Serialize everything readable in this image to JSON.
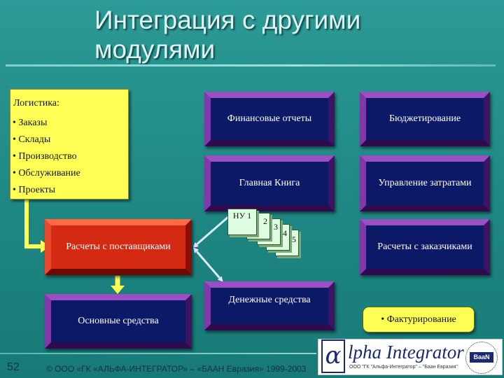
{
  "slide": {
    "title": "Интеграция с другими\nмодулями",
    "page_number": "52",
    "copyright": "© ООО «ГК «АЛЬФА-ИНТЕГРАТОР» – «БААН Евразия» 1999-2003"
  },
  "logistics": {
    "heading": "Логистика:",
    "items": [
      "• Заказы",
      "• Склады",
      "• Производство",
      "• Обслуживание",
      "• Проекты"
    ]
  },
  "modules": {
    "financial_reports": "Финансовые отчеты",
    "budgeting": "Бюджетирование",
    "general_ledger": "Главная Книга",
    "cost_management": "Управление затратами",
    "supplier_payments": "Расчеты с поставщиками",
    "customer_payments": "Расчеты с заказчиками",
    "fixed_assets": "Основные средства",
    "cash": "Денежные средства",
    "invoicing": "• Фактурирование"
  },
  "ledgers": {
    "first": "НУ 1",
    "second": "2",
    "third": "3",
    "fourth": "4",
    "fifth": "5"
  },
  "logo": {
    "brand": "lpha Integrator",
    "alpha_glyph": "α",
    "subtitle": "ООО \"ГК \"Альфа-Интегратор\" – \"Баан Евразия\"",
    "seal_label": "BaaN"
  },
  "colors": {
    "background": "#1f8783",
    "module_box": "#0c1966",
    "supplier_box": "#d42a14",
    "logistics_box": "#ffff55",
    "arrow": "#ffff55",
    "connector": "#d8f0ff"
  }
}
